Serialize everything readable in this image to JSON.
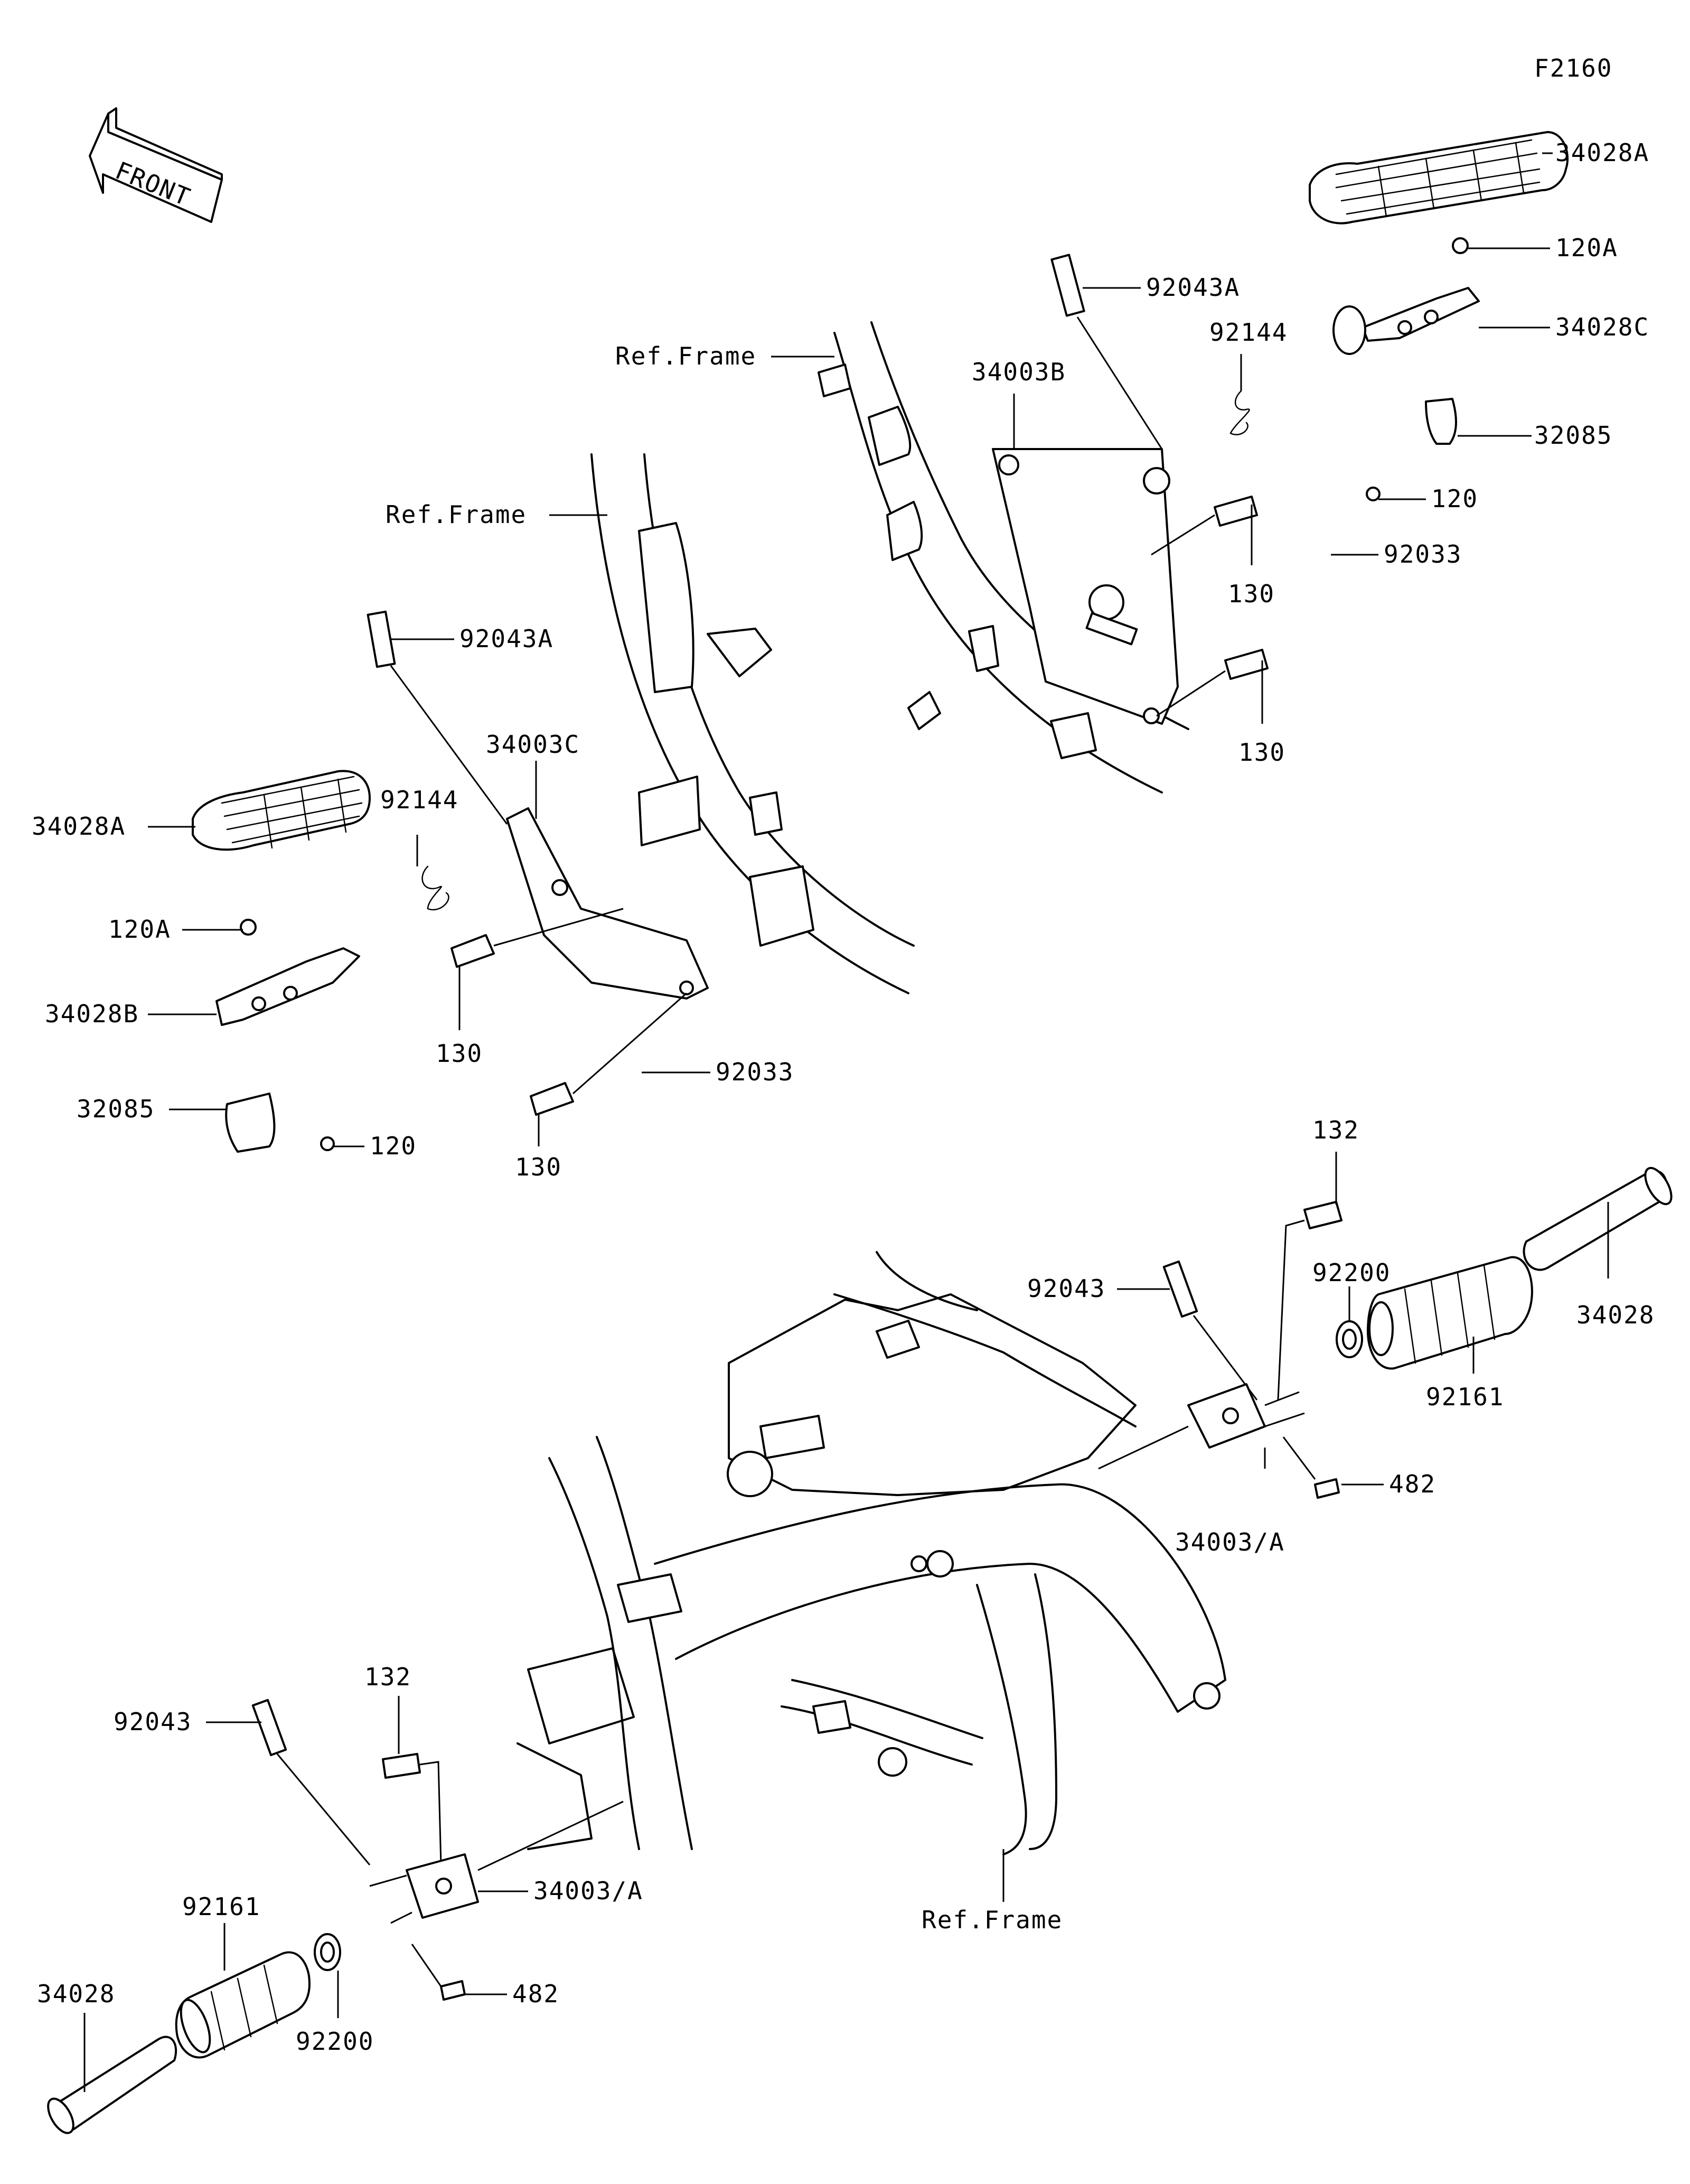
{
  "figure_code": "F2160",
  "front_arrow": {
    "text": "FRONT",
    "icon": "front-direction-arrow-icon"
  },
  "labels": {
    "p34028A_right": "34028A",
    "p120A_right": "120A",
    "p34028C": "34028C",
    "p32085_right": "32085",
    "p120_right": "120",
    "p92043A_right": "92043A",
    "p92144_right": "92144",
    "p34003B": "34003B",
    "p92033_right": "92033",
    "p130_right_a": "130",
    "p130_right_b": "130",
    "ref_frame_top_right": "Ref.Frame",
    "ref_frame_top_left": "Ref.Frame",
    "p92043A_left": "92043A",
    "p34003C": "34003C",
    "p92144_left": "92144",
    "p34028A_left": "34028A",
    "p120A_left": "120A",
    "p34028B": "34028B",
    "p32085_left": "32085",
    "p120_left": "120",
    "p130_left_a": "130",
    "p130_left_b": "130",
    "p92033_left": "92033",
    "p132_right": "132",
    "p92043_right": "92043",
    "p92200_right": "92200",
    "p34028_right": "34028",
    "p92161_right": "92161",
    "p482_right": "482",
    "p34003A_right": "34003/A",
    "p132_left": "132",
    "p92043_left": "92043",
    "p34003A_left": "34003/A",
    "p92161_left": "92161",
    "p34028_left": "34028",
    "p482_left": "482",
    "p92200_left": "92200",
    "ref_frame_bottom": "Ref.Frame"
  }
}
